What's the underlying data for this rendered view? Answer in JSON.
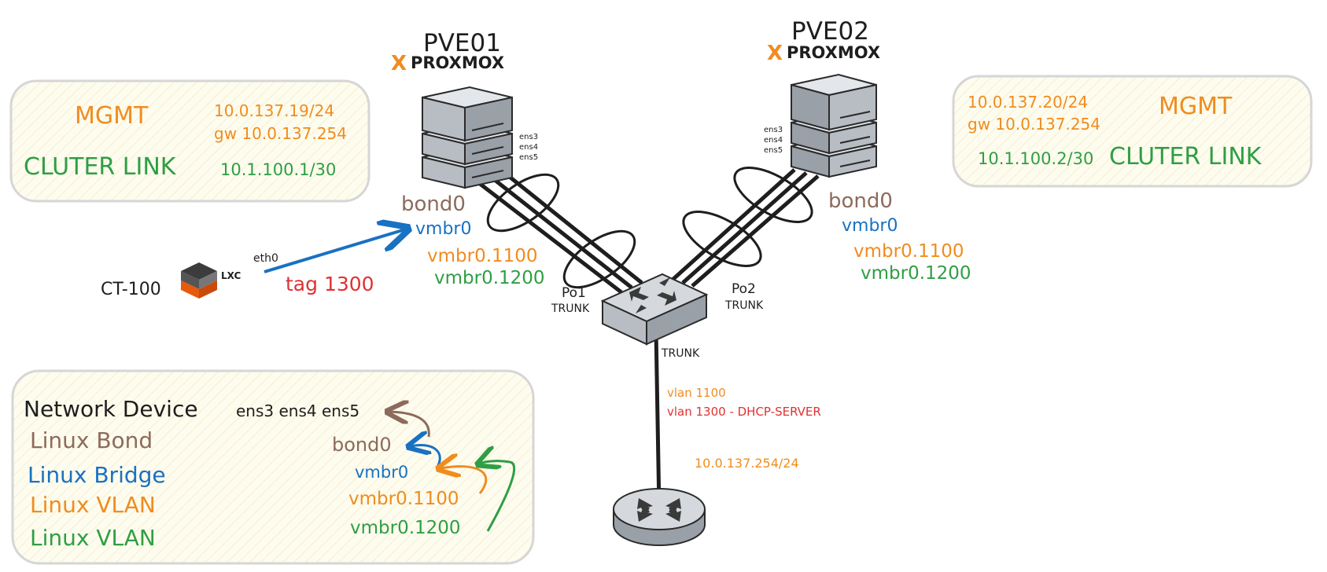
{
  "colors": {
    "orange": "#f08c1f",
    "green": "#2f9e44",
    "brown": "#8d6b5c",
    "blue": "#1971c2",
    "red": "#e03131",
    "dark": "#1e1e1e",
    "panel_fill": "#fdfcea",
    "panel_stroke": "#d6d6d6",
    "device_fill": "#c9cdd3",
    "device_stroke": "#2a2a2a"
  },
  "icons": {
    "server": "server-stack-icon",
    "switch": "switch-icon",
    "router": "router-icon",
    "lxc": "lxc-container-icon",
    "proxmox": "proxmox-logo"
  },
  "pve01": {
    "name": "PVE01",
    "logo_text": "PROXMOX",
    "ifaces": [
      "ens3",
      "ens4",
      "ens5"
    ],
    "bond": "bond0",
    "bridge": "vmbr0",
    "vlan1": "vmbr0.1100",
    "vlan2": "vmbr0.1200",
    "mgmt": {
      "title": "MGMT",
      "ip": "10.0.137.19/24",
      "gw": "gw 10.0.137.254",
      "cluster_title": "CLUTER LINK",
      "cluster_ip": "10.1.100.1/30"
    }
  },
  "pve02": {
    "name": "PVE02",
    "logo_text": "PROXMOX",
    "ifaces": [
      "ens3",
      "ens4",
      "ens5"
    ],
    "bond": "bond0",
    "bridge": "vmbr0",
    "vlan1": "vmbr0.1100",
    "vlan2": "vmbr0.1200",
    "mgmt": {
      "title": "MGMT",
      "ip": "10.0.137.20/24",
      "gw": "gw 10.0.137.254",
      "cluster_title": "CLUTER LINK",
      "cluster_ip": "10.1.100.2/30"
    }
  },
  "container": {
    "name": "CT-100",
    "iface": "eth0",
    "tag": "tag 1300",
    "badge": "LXC"
  },
  "switch": {
    "po1": "Po1",
    "po2": "Po2",
    "po1_mode": "TRUNK",
    "po2_mode": "TRUNK",
    "uplink_mode": "TRUNK"
  },
  "router": {
    "vlan_a": "vlan 1100",
    "vlan_b": "vlan 1300 - DHCP-SERVER",
    "ip": "10.0.137.254/24"
  },
  "legend": {
    "title": "Network Device",
    "title_ifaces": "ens3 ens4 ens5",
    "items": [
      {
        "label": "Linux Bond",
        "example": "bond0"
      },
      {
        "label": "Linux Bridge",
        "example": "vmbr0"
      },
      {
        "label": "Linux VLAN",
        "example": "vmbr0.1100"
      },
      {
        "label": "Linux VLAN",
        "example": "vmbr0.1200"
      }
    ]
  }
}
